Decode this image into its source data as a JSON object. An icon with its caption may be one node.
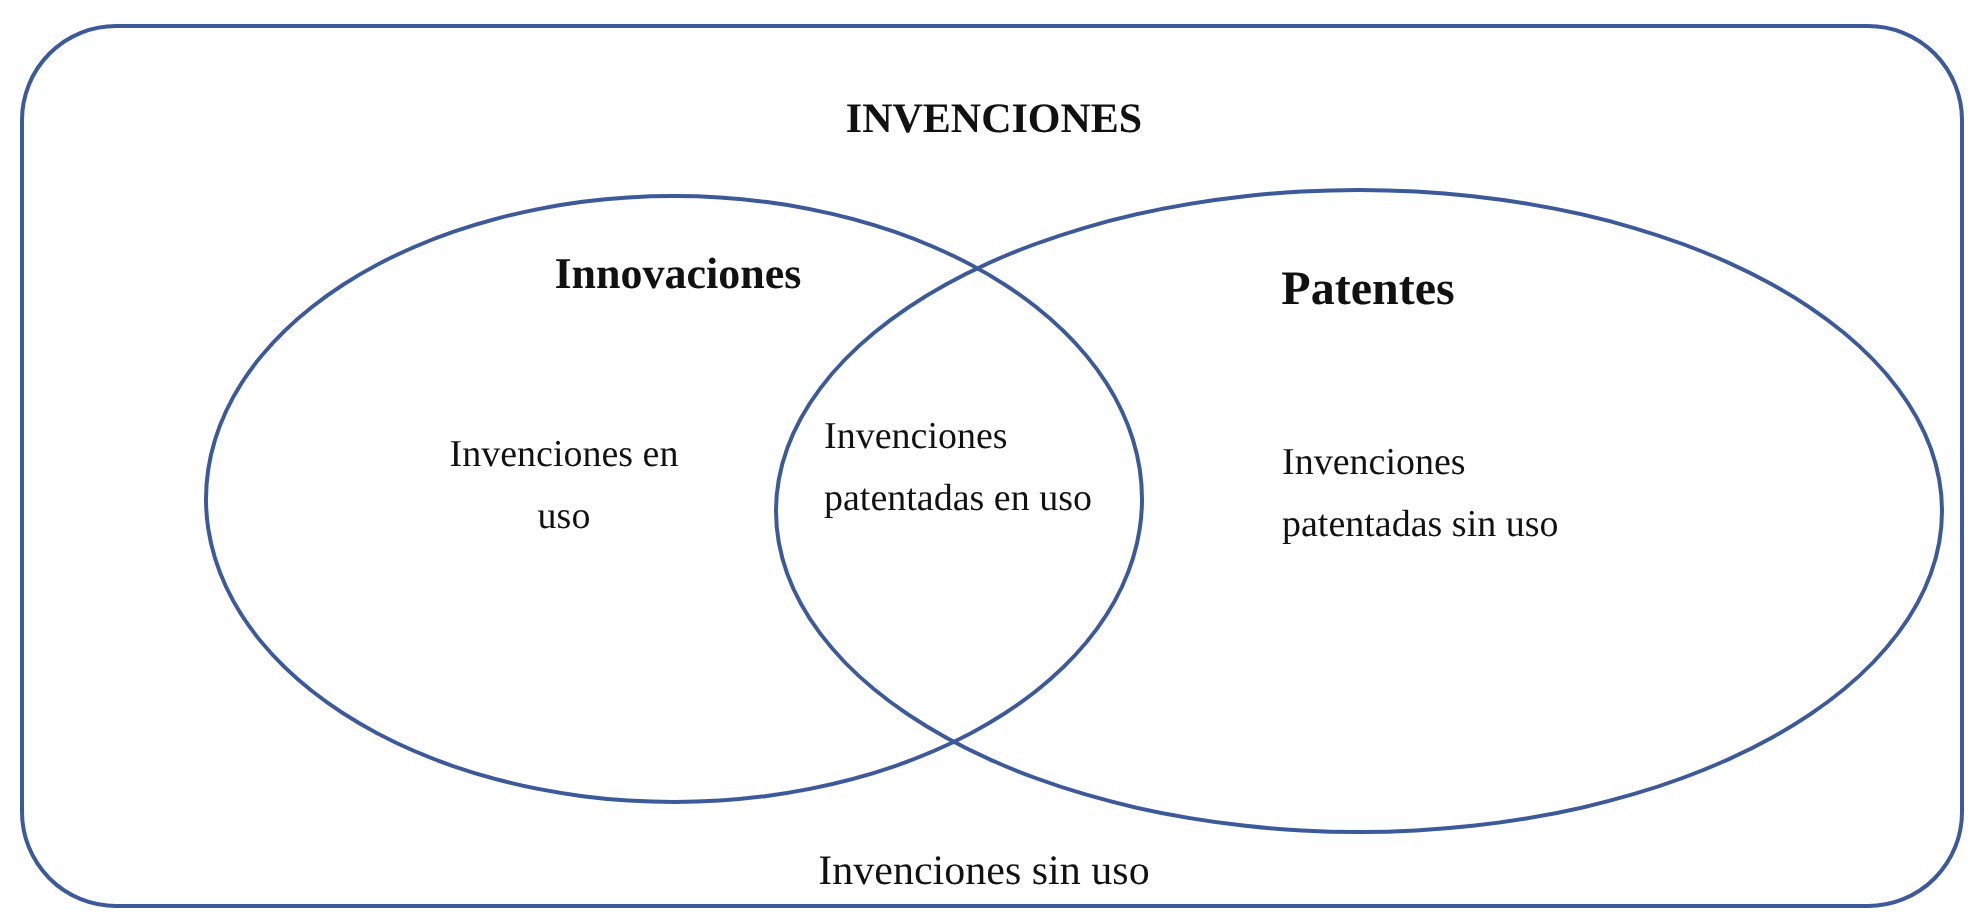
{
  "diagram": {
    "nodes": [
      {
        "text": [
          "INVENCIONES",
          "Invenciones sin uso"
        ]
      },
      {
        "text": [
          "Innovaciones",
          "Invenciones en uso"
        ],
        "in": 0
      },
      {
        "text": [
          "Patentes",
          "Invenciones patentadas sin uso"
        ],
        "in": 0
      }
    ],
    "edges": [],
    "labels": [
      "Invenciones patentadas en uso"
    ]
  }
}
